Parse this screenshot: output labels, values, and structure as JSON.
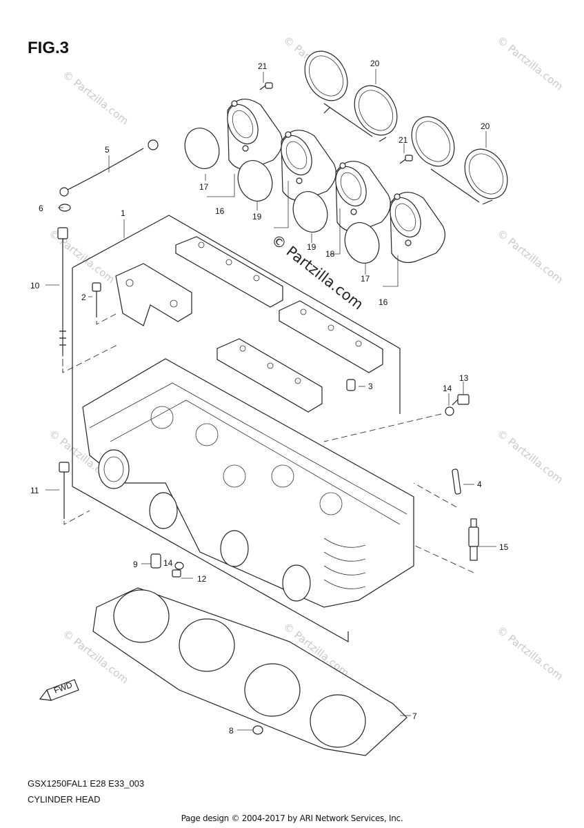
{
  "figure": {
    "title": "FIG.3",
    "model_code": "GSX1250FAL1 E28 E33_003",
    "assembly_name": "CYLINDER HEAD",
    "credit": "Page design © 2004-2017 by ARI Network Services, Inc."
  },
  "watermark": {
    "text": "© Partzilla.com",
    "faint_text": "© Partzilla.com"
  },
  "fwd_mark": "FWD",
  "callouts": {
    "c1": "1",
    "c2": "2",
    "c3": "3",
    "c4": "4",
    "c5": "5",
    "c6": "6",
    "c7": "7",
    "c8": "8",
    "c9": "9",
    "c10": "10",
    "c11": "11",
    "c12": "12",
    "c13": "13",
    "c14a": "14",
    "c14b": "14",
    "c15": "15",
    "c16a": "16",
    "c16b": "16",
    "c17a": "17",
    "c17b": "17",
    "c18": "18",
    "c19a": "19",
    "c19b": "19",
    "c20a": "20",
    "c20b": "20",
    "c21a": "21",
    "c21b": "21"
  }
}
